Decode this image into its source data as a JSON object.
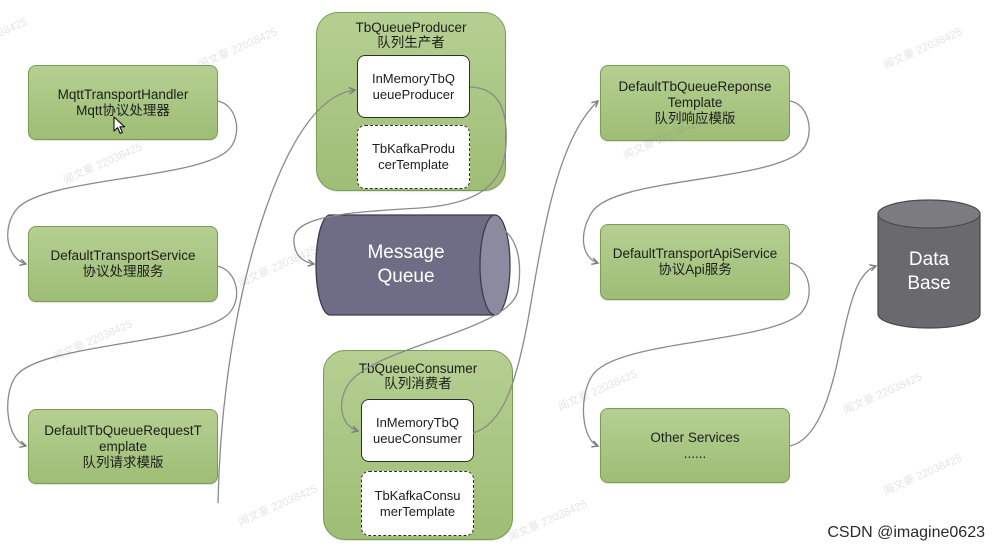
{
  "left_column": {
    "mqtt_transport_handler": [
      "MqttTransportHandler",
      "Mqtt协议处理器"
    ],
    "default_transport_service": [
      "DefaultTransportService",
      "协议处理服务"
    ],
    "default_tb_queue_request_template": [
      "DefaultTbQueueRequestT",
      "emplate",
      "队列请求模版"
    ]
  },
  "producer": {
    "title": "TbQueueProducer",
    "subtitle": "队列生产者",
    "in_memory": [
      "InMemoryTbQ",
      "ueueProducer"
    ],
    "kafka": [
      "TbKafkaProdu",
      "cerTemplate"
    ]
  },
  "message_queue": [
    "Message",
    "Queue"
  ],
  "consumer": {
    "title": "TbQueueConsumer",
    "subtitle": "队列消费者",
    "in_memory": [
      "InMemoryTbQ",
      "ueueConsumer"
    ],
    "kafka": [
      "TbKafkaConsu",
      "merTemplate"
    ]
  },
  "right_column": {
    "default_tb_queue_response_template": [
      "DefaultTbQueueReponse",
      "Template",
      "队列响应模版"
    ],
    "default_transport_api_service": [
      "DefaultTransportApiService",
      "协议Api服务"
    ],
    "other_services": [
      "Other Services",
      "......"
    ]
  },
  "database": [
    "Data",
    "Base"
  ],
  "watermark": "闻文豪 22038425",
  "credit": "CSDN @imagine0623",
  "icons": {
    "cursor": "mouse-pointer-icon",
    "connector_arrow": "arrow-head-icon"
  },
  "colors": {
    "component_fill": "#a5c57a",
    "component_border": "#7a9b54",
    "message_queue_fill": "#6f6d85",
    "message_queue_cap": "#8c8aa0",
    "database_fill": "#69696e",
    "database_cap": "#7b7b80",
    "connector": "#8a8a8a"
  }
}
